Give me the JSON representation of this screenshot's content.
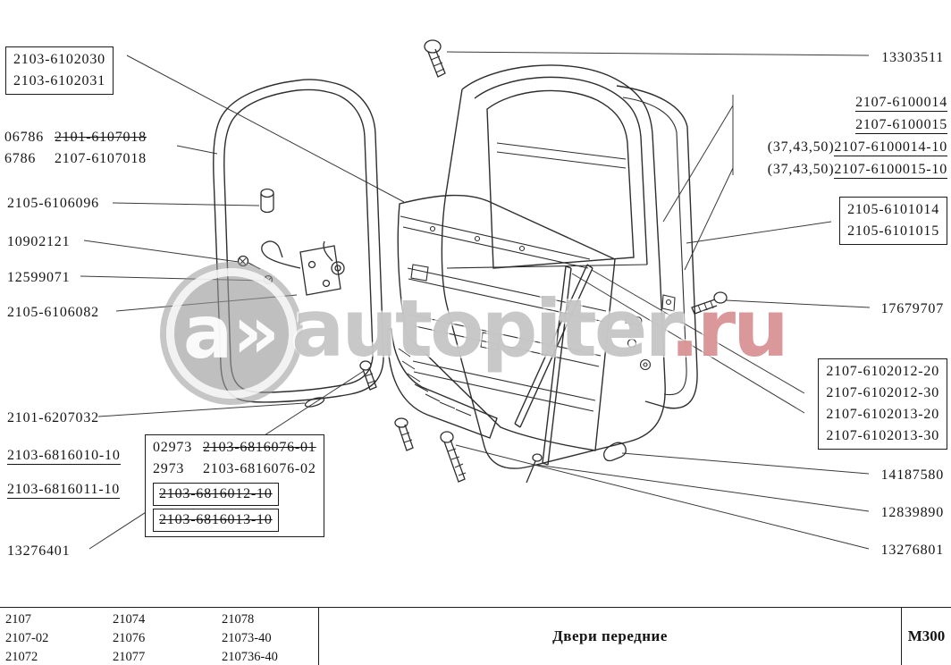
{
  "watermark": {
    "logo": "a»",
    "name": "autopiter",
    "tld": ".ru",
    "gray": "#a2a2a2",
    "red": "#c05a60"
  },
  "labels": {
    "seal_box": [
      "2103-6102030",
      "2103-6102031"
    ],
    "seal_alt": {
      "p1": "06786",
      "n1": "2101-6107018",
      "p2": "6786",
      "n2": "2107-6107018"
    },
    "buffer": "2105-6106096",
    "screw_a": "10902121",
    "screw_b": "12599071",
    "limiter": "2105-6106082",
    "clip_left": "2101-6207032",
    "armrest1": "2103-6816010-10",
    "armrest2": "2103-6816011-10",
    "armrest_box": {
      "p1": "02973",
      "n1": "2103-6816076-01",
      "p2": "2973",
      "n2": "2103-6816076-02",
      "n3": "2103-6816012-10",
      "n4": "2103-6816013-10"
    },
    "bolt_left": "13276401",
    "screw_top": "13303511",
    "door_group": {
      "l1": "2107-6100014",
      "l2": "2107-6100015",
      "p3": "(37,43,50)",
      "l3": "2107-6100014-10",
      "p4": "(37,43,50)",
      "l4": "2107-6100015-10"
    },
    "panel_box": [
      "2105-6101014",
      "2105-6101015"
    ],
    "screw_right": "17679707",
    "glassrun_box": [
      "2107-6102012-20",
      "2107-6102012-30",
      "2107-6102013-20",
      "2107-6102013-30"
    ],
    "clip_right": "14187580",
    "rivet": "12839890",
    "bolt_bottom": "13276801"
  },
  "footer": {
    "models": [
      [
        "2107",
        "2107-02",
        "21072"
      ],
      [
        "21074",
        "21076",
        "21077"
      ],
      [
        "21078",
        "21073-40",
        "210736-40"
      ]
    ],
    "title": "Двери передние",
    "sheet": "М300"
  }
}
